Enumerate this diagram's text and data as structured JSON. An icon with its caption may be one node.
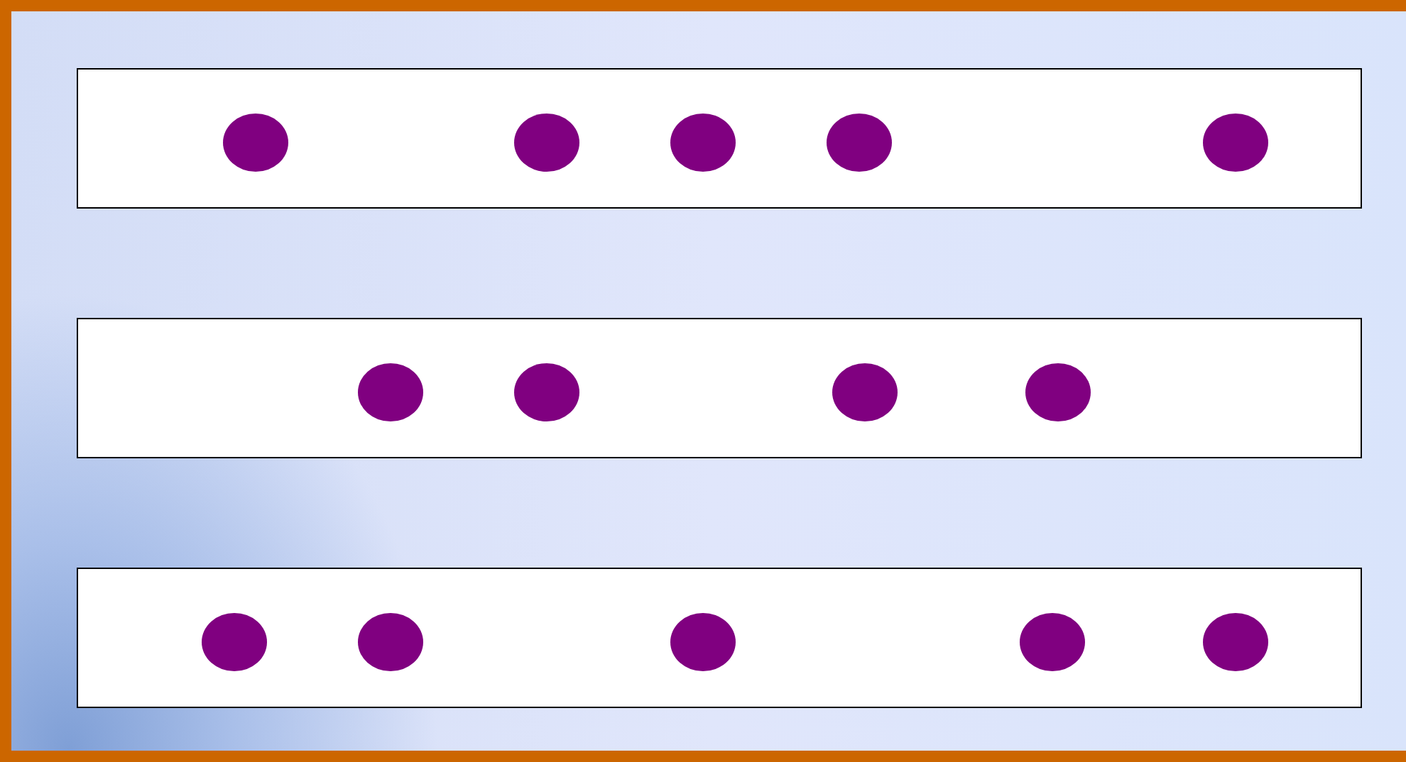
{
  "diagram": {
    "nodes": [
      {
        "text": [],
        "shape": "box"
      },
      {
        "text": [],
        "shape": "circle",
        "in": 0
      },
      {
        "text": [],
        "shape": "circle",
        "in": 0
      },
      {
        "text": [],
        "shape": "circle",
        "in": 0
      },
      {
        "text": [],
        "shape": "circle",
        "in": 0
      },
      {
        "text": [],
        "shape": "circle",
        "in": 0
      },
      {
        "text": [],
        "shape": "box"
      },
      {
        "text": [],
        "shape": "circle",
        "in": 6
      },
      {
        "text": [],
        "shape": "circle",
        "in": 6
      },
      {
        "text": [],
        "shape": "circle",
        "in": 6
      },
      {
        "text": [],
        "shape": "circle",
        "in": 6
      },
      {
        "text": [],
        "shape": "box"
      },
      {
        "text": [],
        "shape": "circle",
        "in": 11
      },
      {
        "text": [],
        "shape": "circle",
        "in": 11
      },
      {
        "text": [],
        "shape": "circle",
        "in": 11
      },
      {
        "text": [],
        "shape": "circle",
        "in": 11
      },
      {
        "text": [],
        "shape": "circle",
        "in": 11
      }
    ]
  }
}
